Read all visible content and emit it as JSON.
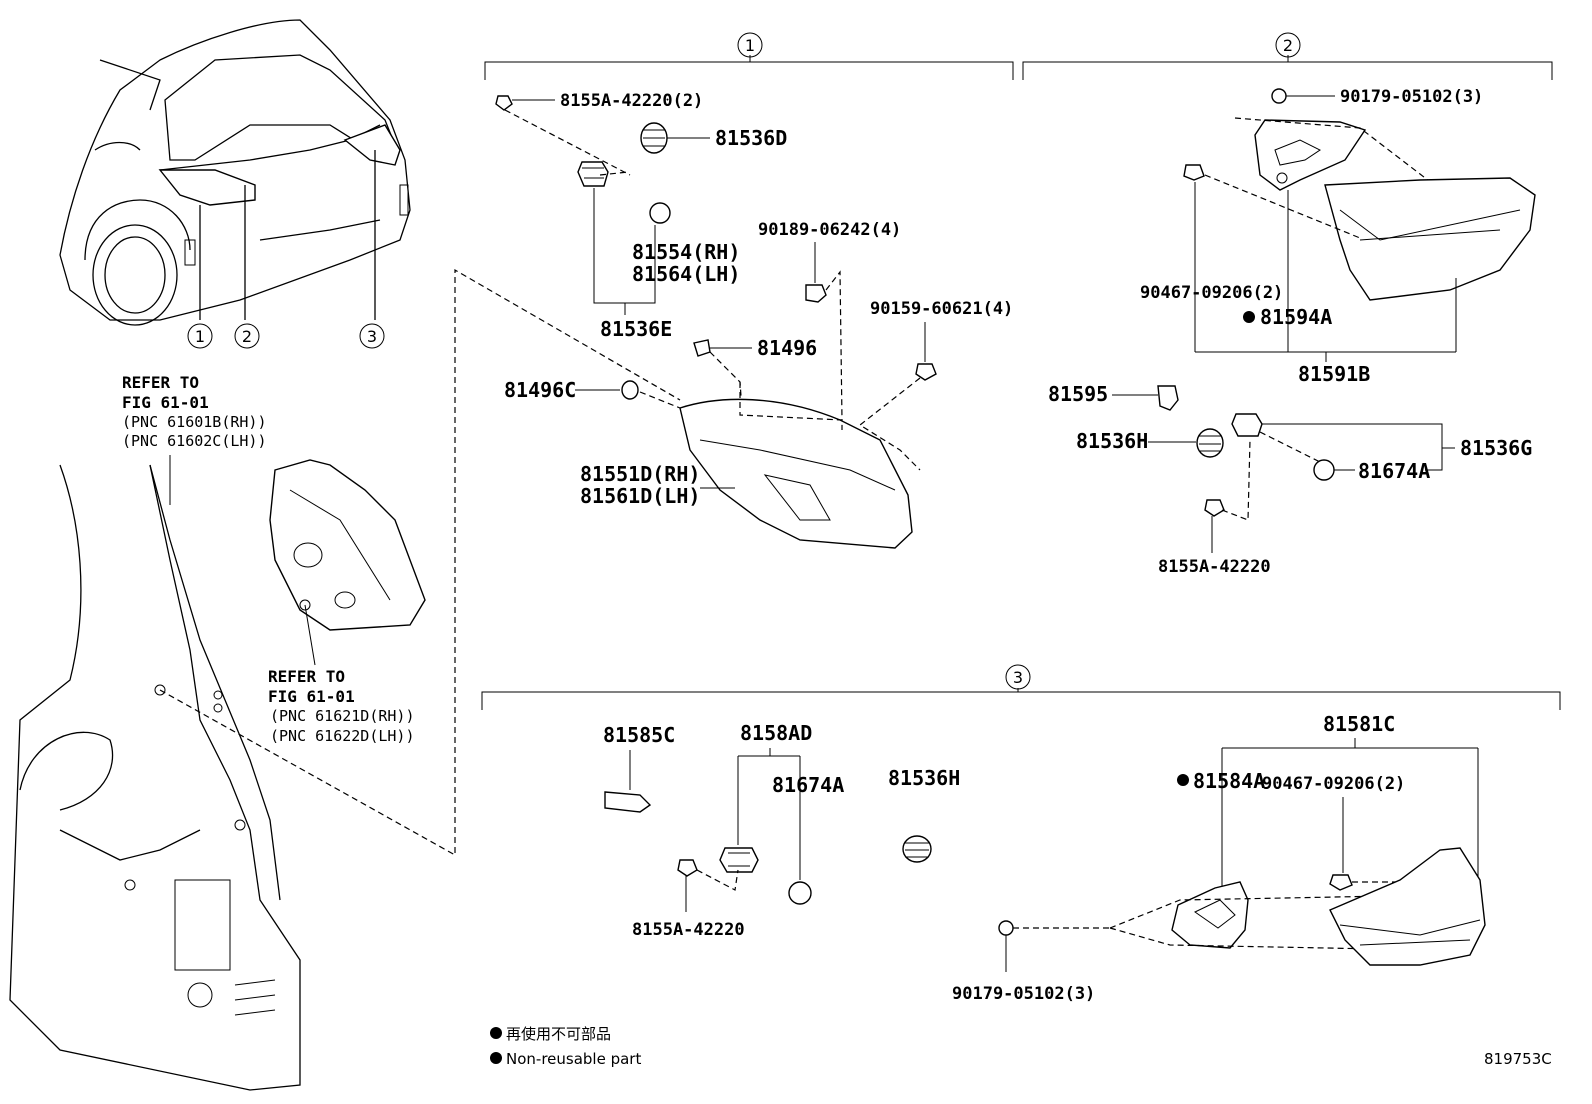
{
  "sections": {
    "s1": "1",
    "s2": "2",
    "s3": "3"
  },
  "vehicle_callouts": [
    "1",
    "2",
    "3"
  ],
  "refer_blocks": {
    "upper": {
      "title": "REFER TO",
      "fig": "FIG 61-01",
      "pnc1": "(PNC 61601B(RH))",
      "pnc2": "(PNC 61602C(LH))"
    },
    "lower": {
      "title": "REFER TO",
      "fig": "FIG 61-01",
      "pnc1": "(PNC 61621D(RH))",
      "pnc2": "(PNC 61622D(LH))"
    }
  },
  "section1_parts": {
    "screw_top": "8155A-42220(2)",
    "p81536D": "81536D",
    "p81554": "81554(RH)",
    "p81564": "81564(LH)",
    "p81536E": "81536E",
    "p90189": "90189-06242(4)",
    "p90159": "90159-60621(4)",
    "p81496": "81496",
    "p81496C": "81496C",
    "p81551D": "81551D(RH)",
    "p81561D": "81561D(LH)"
  },
  "section2_parts": {
    "p90179": "90179-05102(3)",
    "p90467": "90467-09206(2)",
    "p81594A": "81594A",
    "p81591B": "81591B",
    "p81595": "81595",
    "p81536H": "81536H",
    "p81536G": "81536G",
    "p81674A": "81674A",
    "p8155A": "8155A-42220"
  },
  "section3_parts": {
    "p81585C": "81585C",
    "p8158AD": "8158AD",
    "p81674A": "81674A",
    "p81536H": "81536H",
    "p8155A": "8155A-42220",
    "p81581C": "81581C",
    "p81584A": "81584A",
    "p90467": "90467-09206(2)",
    "p90179": "90179-05102(3)"
  },
  "legend": {
    "japanese": "再使用不可部品",
    "english": "Non-reusable part"
  },
  "illustration_code": "819753C"
}
